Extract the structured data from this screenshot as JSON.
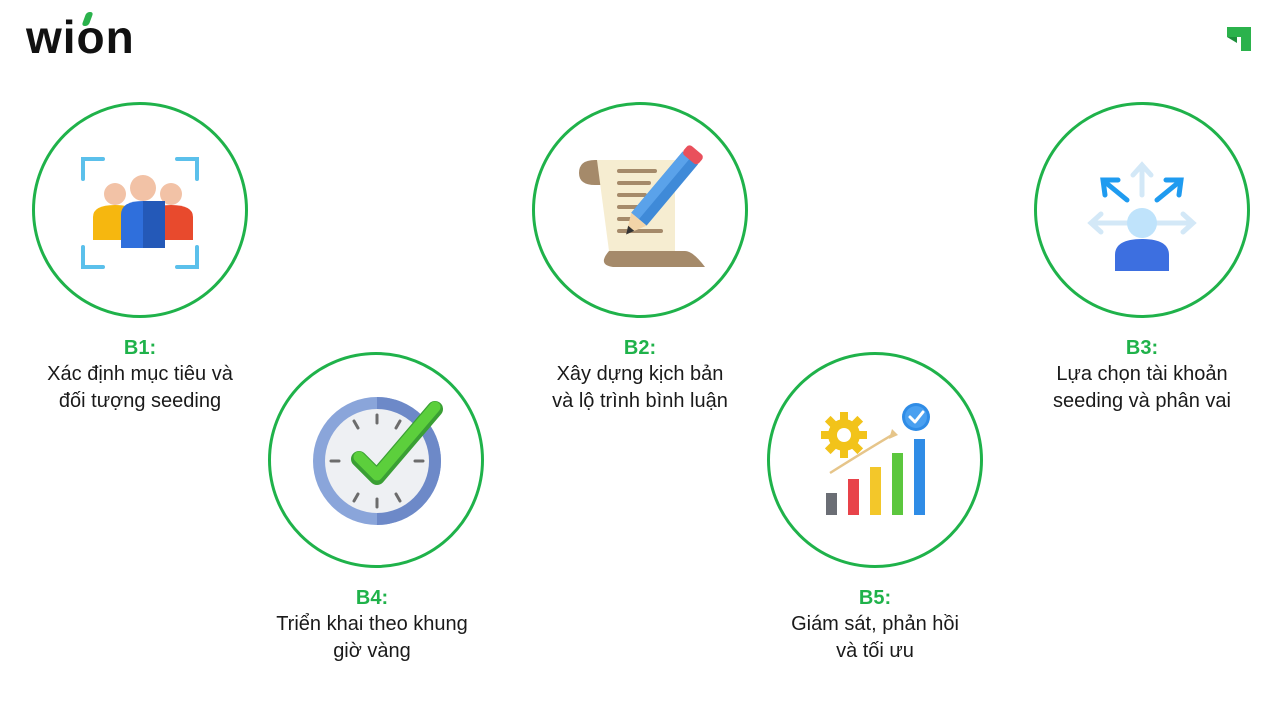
{
  "brand": {
    "name": "wion",
    "accent_color": "#2bb24c"
  },
  "steps": [
    {
      "code": "B1:",
      "text": "Xác định mục tiêu và\nđối tượng seeding",
      "icon": "target-audience-icon"
    },
    {
      "code": "B2:",
      "text": "Xây dựng kịch bản\nvà lộ trình bình luận",
      "icon": "script-pencil-icon"
    },
    {
      "code": "B3:",
      "text": "Lựa chọn tài khoản\nseeding và phân vai",
      "icon": "user-distribution-icon"
    },
    {
      "code": "B4:",
      "text": "Triển khai theo khung\ngiờ vàng",
      "icon": "clock-check-icon"
    },
    {
      "code": "B5:",
      "text": "Giám sát, phản hồi\nvà tối ưu",
      "icon": "growth-chart-icon"
    }
  ],
  "colors": {
    "circle_border": "#1fb24a",
    "step_code": "#1fb24a",
    "text": "#1a1a1a"
  }
}
